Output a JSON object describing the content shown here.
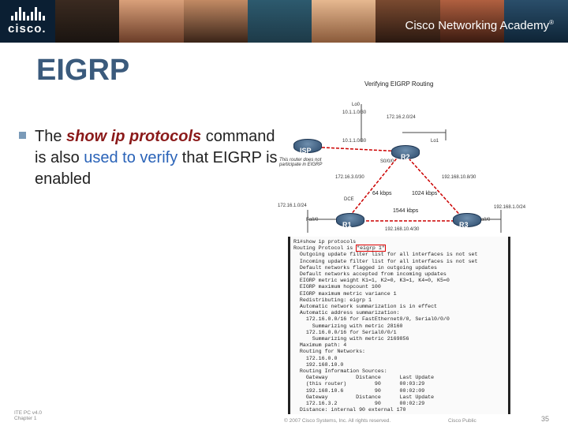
{
  "banner": {
    "logo_text": "cisco.",
    "academy_text": "Cisco Networking Academy",
    "trademark": "®"
  },
  "slide": {
    "title": "EIGRP",
    "bullet": {
      "part1": "The ",
      "keyword": "show ip protocols",
      "part2": " command is also ",
      "blue1": "used to verify",
      "part3": " that EIGRP is enabled"
    }
  },
  "diagram": {
    "title": "Verifying EIGRP Routing",
    "lan_top": "Lo0",
    "lan_top_net": "10.1.1.0/30",
    "net_isp_r2": "10.1.1.0/30",
    "net_r2_lo": "172.16.2.0/24",
    "lo1": "Lo1",
    "isp_note": "This router does not participate in EIGRP",
    "s0": "S0/0/0",
    "net_r1_r2": "172.16.3.0/30",
    "net_r2_r3": "192.168.10.8/30",
    "speed_r1_r2": "64 kbps",
    "speed_r2_r3": "1024 kbps",
    "speed_r1_r3": "1544 kbps",
    "dce": "DCE",
    "net_r1_lan": "172.16.1.0/24",
    "net_r3_lan": "192.168.1.0/24",
    "net_r1_r3": "192.168.10.4/30",
    "fa00": "Fa0/0",
    "routers": {
      "isp": "ISP",
      "r1": "R1",
      "r2": "R2",
      "r3": "R3"
    }
  },
  "terminal": {
    "lines": [
      "R1#show ip protocols",
      "Routing Protocol is \"eigrp 1\"",
      "  Outgoing update filter list for all interfaces is not set",
      "  Incoming update filter list for all interfaces is not set",
      "  Default networks flagged in outgoing updates",
      "  Default networks accepted from incoming updates",
      "  EIGRP metric weight K1=1, K2=0, K3=1, K4=0, K5=0",
      "  EIGRP maximum hopcount 100",
      "  EIGRP maximum metric variance 1",
      "  Redistributing: eigrp 1",
      "  Automatic network summarization is in effect",
      "  Automatic address summarization:",
      "    172.16.0.0/16 for FastEthernet0/0, Serial0/0/0",
      "      Summarizing with metric 28160",
      "    172.16.0.0/16 for Serial0/0/1",
      "      Summarizing with metric 2169856",
      "  Maximum path: 4",
      "  Routing for Networks:",
      "    172.16.0.0",
      "    192.168.10.0",
      "  Routing Information Sources:",
      "    Gateway         Distance      Last Update",
      "    (this router)         90      00:03:29",
      "    192.168.10.6          90      00:02:09",
      "    Gateway         Distance      Last Update",
      "    172.16.3.2            90      00:02:29",
      "  Distance: internal 90 external 170"
    ]
  },
  "footer": {
    "left1": "ITE PC v4.0",
    "left2": "Chapter 1",
    "center": "© 2007 Cisco Systems, Inc. All rights reserved.",
    "right": "Cisco Public",
    "page": "35"
  }
}
